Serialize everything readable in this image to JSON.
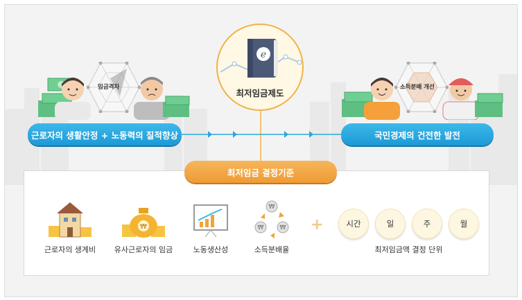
{
  "center": {
    "label": "최저임금제도"
  },
  "left_group": {
    "hex_label": "임금격차",
    "pill": "근로자의 생활안정 + 노동력의 질적향상"
  },
  "right_group": {
    "hex_label": "소득분배 개선",
    "pill": "국민경제의 건전한 발전"
  },
  "criteria_title": "최저임금 결정기준",
  "criteria": [
    {
      "label": "근로자의 생계비",
      "icon": "house-coins-icon"
    },
    {
      "label": "유사근로자의 임금",
      "icon": "money-bag-icon"
    },
    {
      "label": "노동생산성",
      "icon": "growth-chart-icon"
    },
    {
      "label": "소득분배율",
      "icon": "won-cycle-icon"
    }
  ],
  "units": [
    "시간",
    "일",
    "주",
    "월"
  ],
  "units_caption": "최저임금액 결정 단위",
  "colors": {
    "blue": "#1d9ad6",
    "orange": "#ee9b34",
    "panel_bg": "#f3f3f3"
  }
}
